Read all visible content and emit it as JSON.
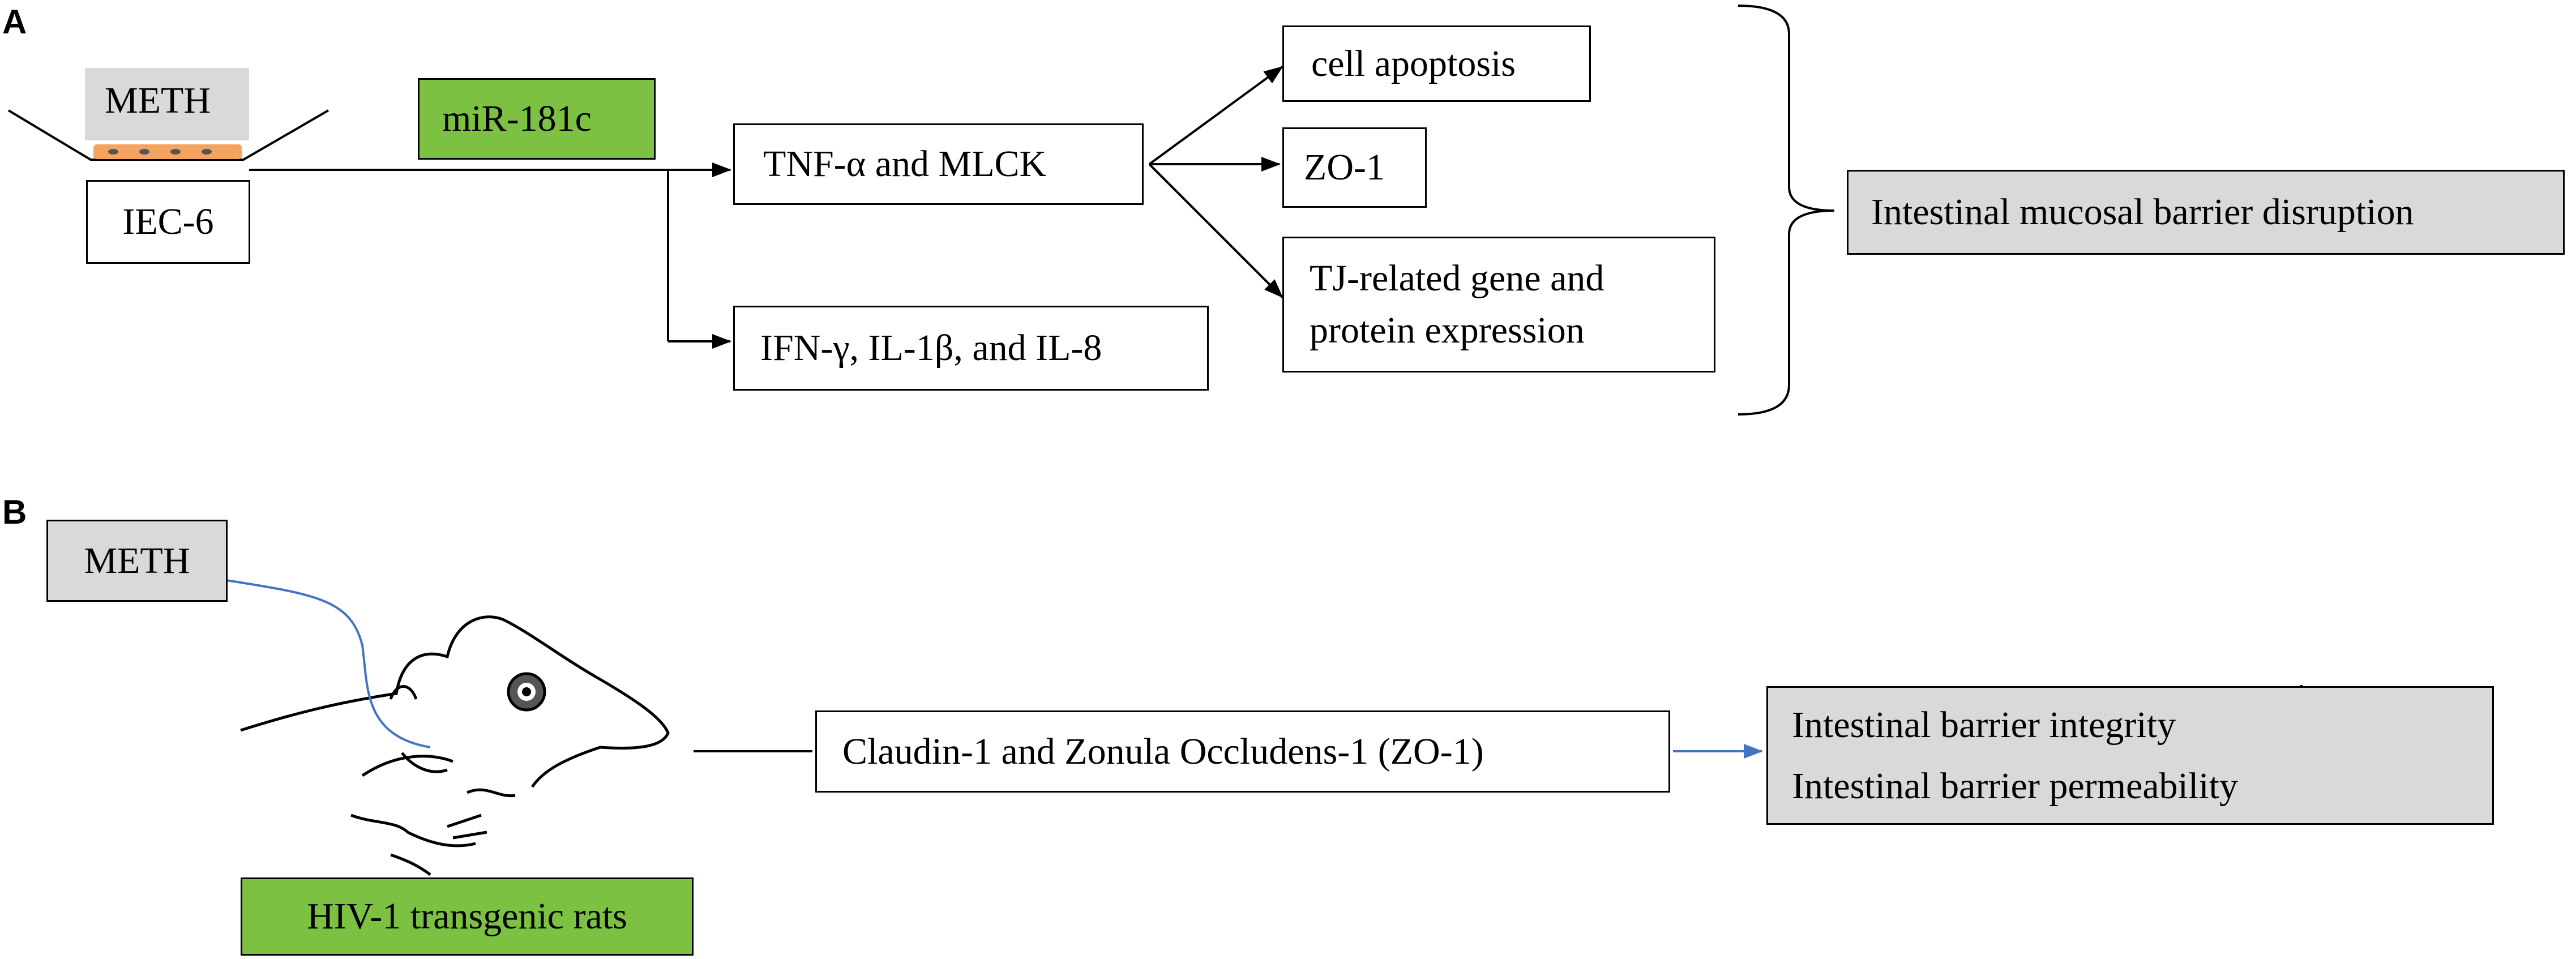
{
  "panelA": {
    "label": "A",
    "meth": "METH",
    "cell_line": "IEC-6",
    "mirna": "miR-181c",
    "tnf_mlck": "TNF-α and MLCK",
    "cytokines": "IFN-γ, IL-1β, and IL-8",
    "apoptosis": "cell apoptosis",
    "zo1": "ZO-1",
    "tj_line1": "TJ-related gene and",
    "tj_line2": "protein expression",
    "outcome": "Intestinal  mucosal barrier disruption"
  },
  "panelB": {
    "label": "B",
    "meth": "METH",
    "model": "HIV-1 transgenic rats",
    "claudin": "Claudin-1 and Zonula Occludens-1 (ZO-1)",
    "integrity": "Intestinal  barrier integrity",
    "permeability": "Intestinal  barrier  permeability"
  },
  "colors": {
    "green": "#7dc142",
    "gray": "#d9d9d9",
    "blue": "#4472c4",
    "cells": "#f4a460"
  }
}
